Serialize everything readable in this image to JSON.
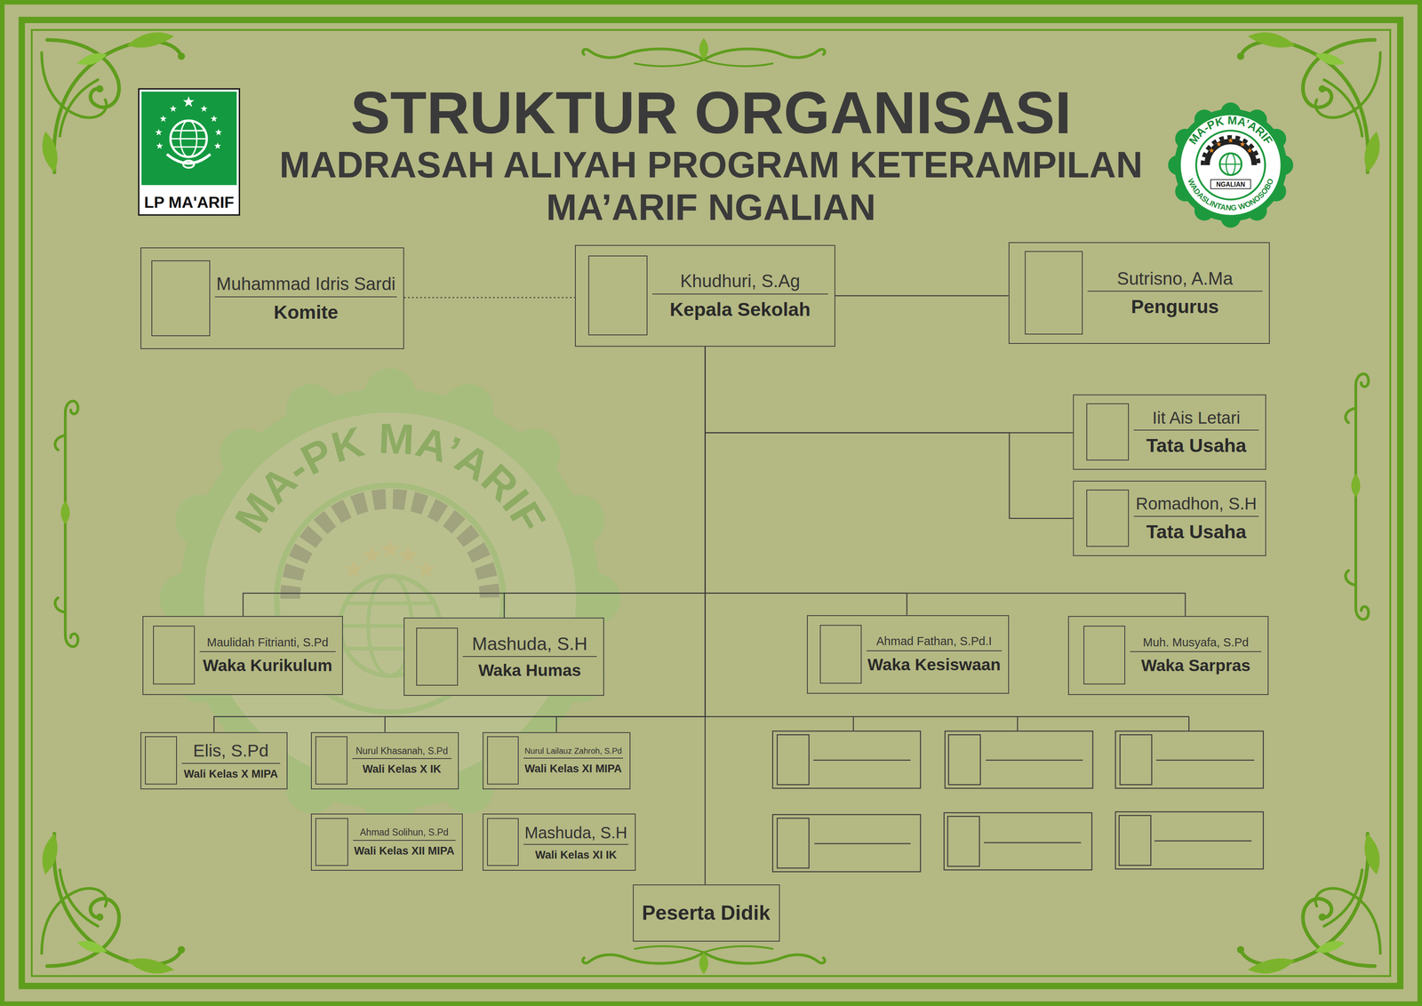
{
  "diagram": {
    "title": "STRUKTUR ORGANISASI",
    "nodes": [
      {
        "text": [
          "Muhammad Idris Sardi",
          "Komite"
        ]
      },
      {
        "text": [
          "Khudhuri, S.Ag",
          "Kepala Sekolah"
        ]
      },
      {
        "text": [
          "Sutrisno, A.Ma",
          "Pengurus"
        ]
      },
      {
        "text": [
          "Iit Ais Letari",
          "Tata Usaha"
        ]
      },
      {
        "text": [
          "Romadhon, S.H",
          "Tata Usaha"
        ]
      },
      {
        "text": [
          "Maulidah Fitrianti, S.Pd",
          "Waka Kurikulum"
        ]
      },
      {
        "text": [
          "Mashuda, S.H",
          "Waka Humas"
        ]
      },
      {
        "text": [
          "Ahmad Fathan, S.Pd.I",
          "Waka Kesiswaan"
        ]
      },
      {
        "text": [
          "Muh. Musyafa, S.Pd",
          "Waka Sarpras"
        ]
      },
      {
        "text": [
          "Elis, S.Pd",
          "Wali Kelas X MIPA"
        ]
      },
      {
        "text": [
          "Nurul Khasanah, S.Pd",
          "Wali Kelas X IK"
        ]
      },
      {
        "text": [
          "Nurul Lailauz Zahroh, S.Pd",
          "Wali Kelas XI MIPA"
        ]
      },
      {
        "text": [
          "Ahmad Solihun, S.Pd",
          "Wali Kelas XII MIPA"
        ]
      },
      {
        "text": [
          "Mashuda, S.H",
          "Wali Kelas XI IK"
        ]
      },
      {
        "text": [
          "Peserta Didik"
        ]
      }
    ],
    "edges": [
      {
        "from": 0,
        "to": 1,
        "arrow": "none"
      },
      {
        "from": 1,
        "to": 2,
        "arrow": "none"
      },
      {
        "from": 1,
        "to": 3,
        "arrow": "none"
      },
      {
        "from": 1,
        "to": 4,
        "arrow": "none"
      },
      {
        "from": 1,
        "to": 5,
        "arrow": "none"
      },
      {
        "from": 1,
        "to": 6,
        "arrow": "none"
      },
      {
        "from": 1,
        "to": 7,
        "arrow": "none"
      },
      {
        "from": 1,
        "to": 8,
        "arrow": "none"
      },
      {
        "from": 1,
        "to": 9,
        "arrow": "none"
      },
      {
        "from": 1,
        "to": 10,
        "arrow": "none"
      },
      {
        "from": 1,
        "to": 11,
        "arrow": "none"
      },
      {
        "from": 1,
        "to": 14,
        "arrow": "none"
      }
    ],
    "labels": [
      "MADRASAH ALIYAH PROGRAM KETERAMPILAN MA’ARIF NGALIAN",
      "LP MA'ARIF",
      "MA-PK MA’ARIF",
      "NGALIAN",
      "WADASLINTANG WONOSOBO",
      "MA-PK MA’ARIF"
    ]
  }
}
